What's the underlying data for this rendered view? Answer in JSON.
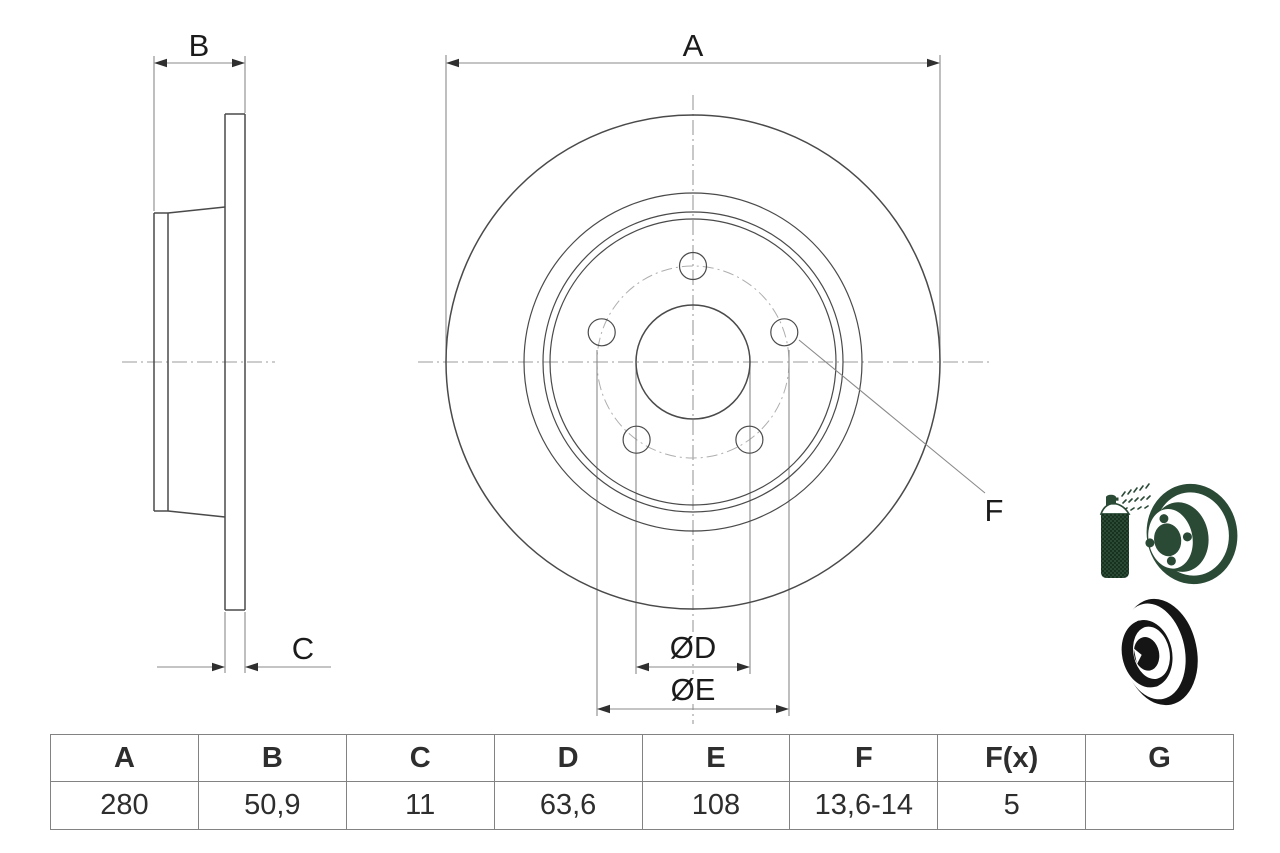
{
  "drawing": {
    "dim_labels": {
      "a": "A",
      "b": "B",
      "c": "C",
      "d": "ØD",
      "e": "ØE",
      "f": "F"
    }
  },
  "icons": {
    "coated_disc_spray": "coated-disc-spray-icon",
    "solid_disc": "solid-disc-icon"
  },
  "colors": {
    "icon_green": "#2a4a36",
    "icon_black": "#151515",
    "part_line": "#4a4a4a",
    "dim_line": "#8a8a8a",
    "centerline": "#9b9b9b",
    "label_text": "#1b1b1b",
    "table_border": "#828282",
    "table_text": "#2e2e2e"
  },
  "table": {
    "headers": [
      "A",
      "B",
      "C",
      "D",
      "E",
      "F",
      "F(x)",
      "G"
    ],
    "values": [
      "280",
      "50,9",
      "11",
      "63,6",
      "108",
      "13,6-14",
      "5",
      ""
    ]
  }
}
